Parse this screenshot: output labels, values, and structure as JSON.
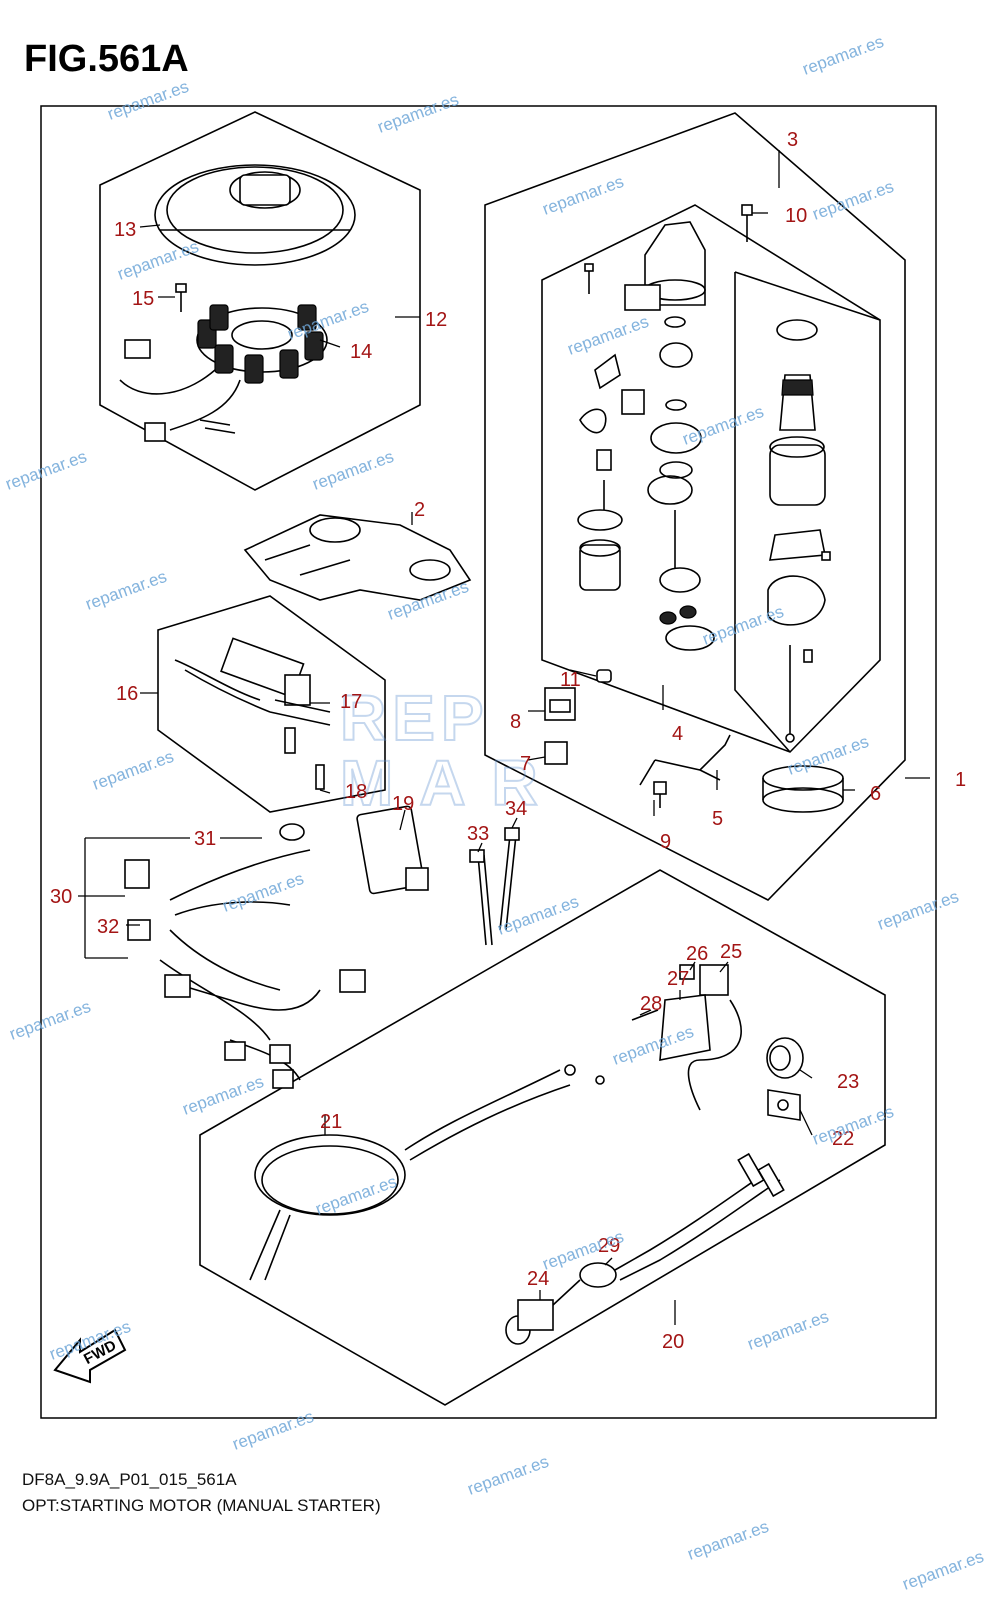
{
  "figure": {
    "title": "FIG.561A",
    "code": "DF8A_9.9A_P01_015_561A",
    "caption": "OPT:STARTING MOTOR (MANUAL STARTER)"
  },
  "callouts": [
    {
      "id": "c1",
      "label": "1"
    },
    {
      "id": "c2",
      "label": "2"
    },
    {
      "id": "c3",
      "label": "3"
    },
    {
      "id": "c4",
      "label": "4"
    },
    {
      "id": "c5",
      "label": "5"
    },
    {
      "id": "c6",
      "label": "6"
    },
    {
      "id": "c7",
      "label": "7"
    },
    {
      "id": "c8",
      "label": "8"
    },
    {
      "id": "c9",
      "label": "9"
    },
    {
      "id": "c10",
      "label": "10"
    },
    {
      "id": "c11",
      "label": "11"
    },
    {
      "id": "c12",
      "label": "12"
    },
    {
      "id": "c13",
      "label": "13"
    },
    {
      "id": "c14",
      "label": "14"
    },
    {
      "id": "c15",
      "label": "15"
    },
    {
      "id": "c16",
      "label": "16"
    },
    {
      "id": "c17",
      "label": "17"
    },
    {
      "id": "c18",
      "label": "18"
    },
    {
      "id": "c19",
      "label": "19"
    },
    {
      "id": "c20",
      "label": "20"
    },
    {
      "id": "c21",
      "label": "21"
    },
    {
      "id": "c22",
      "label": "22"
    },
    {
      "id": "c23",
      "label": "23"
    },
    {
      "id": "c24",
      "label": "24"
    },
    {
      "id": "c25",
      "label": "25"
    },
    {
      "id": "c26",
      "label": "26"
    },
    {
      "id": "c27",
      "label": "27"
    },
    {
      "id": "c28",
      "label": "28"
    },
    {
      "id": "c29",
      "label": "29"
    },
    {
      "id": "c30",
      "label": "30"
    },
    {
      "id": "c31",
      "label": "31"
    },
    {
      "id": "c32",
      "label": "32"
    },
    {
      "id": "c33",
      "label": "33"
    },
    {
      "id": "c34",
      "label": "34"
    }
  ],
  "watermark": "repamar.es",
  "logo": {
    "row1": "REP",
    "row2": "MAR"
  },
  "fwd_label": "FWD",
  "colors": {
    "callout": "#a31515",
    "watermark": "#6ea6d8",
    "line": "#000000"
  }
}
